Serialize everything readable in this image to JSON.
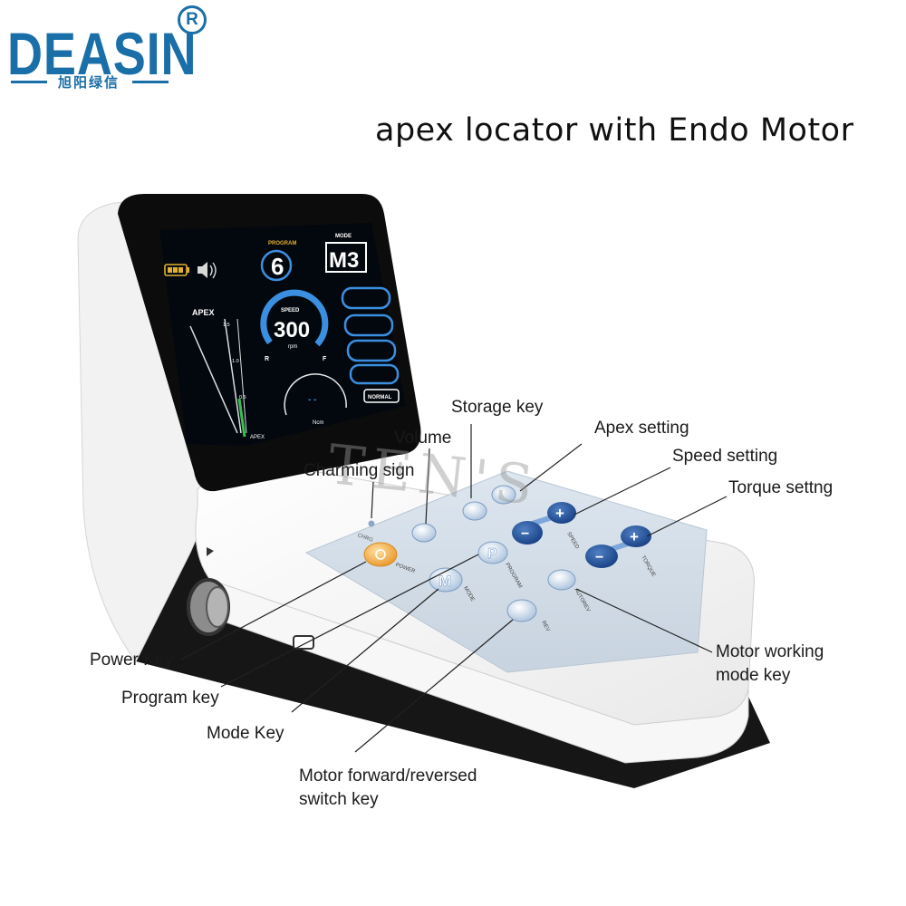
{
  "brand": {
    "logo_text": "DEASIN",
    "registered_mark": "R",
    "subtitle": "旭阳绿信"
  },
  "title": "apex locator with Endo Motor",
  "watermark": "TEN'S",
  "screen": {
    "program_label": "PROGRAM",
    "program_value": "6",
    "mode_label": "MODE",
    "mode_value": "M3",
    "apex_label": "APEX",
    "apex_bottom": "APEX",
    "scale_marks": [
      "1.5",
      "1.0",
      "0.5"
    ],
    "speed_label": "SPEED",
    "speed_value": "300",
    "speed_unit": "rpm",
    "dir_r": "R",
    "dir_f": "F",
    "torque_value": "- -",
    "torque_unit": "Ncm",
    "mode_button": "NORMAL"
  },
  "keypad": {
    "power": "POWER",
    "program": "PROGRAM",
    "mode": "MODE",
    "rev": "REV",
    "auto_rev": "AUTOREV",
    "speed": "SPEED",
    "torque": "TORQUE",
    "charging": "CHRG",
    "p_key": "P",
    "m_key": "M",
    "minus": "−",
    "plus": "+"
  },
  "callouts": {
    "storage_key": "Storage key",
    "volume": "Volume",
    "charming_sign": "Charming sign",
    "apex_setting": "Apex setting",
    "speed_setting": "Speed setting",
    "torque_setting": "Torque settng",
    "power_key": "Power Key",
    "program_key": "Program key",
    "mode_key": "Mode Key",
    "motor_switch_line1": "Motor  forward/reversed",
    "motor_switch_line2": "switch key",
    "motor_working_line1": "Motor working",
    "motor_working_line2": "mode key"
  },
  "colors": {
    "brand_blue": "#1a6fa8",
    "screen_blue": "#3a8fe0",
    "key_blue": "#1d4f9a",
    "power_orange": "#f0a830"
  }
}
